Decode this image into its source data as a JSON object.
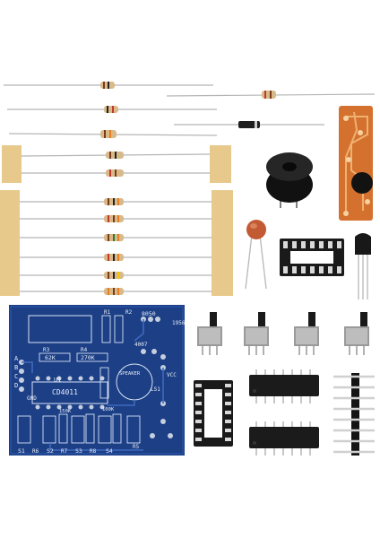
{
  "pcb": {
    "labels": {
      "u1": "U1",
      "ic": "CD4011",
      "r1": "R1",
      "r2": "R2",
      "q": "8050",
      "r3": "R3",
      "r4": "R4",
      "r5": "R5",
      "r6": "R6",
      "r7": "R7",
      "r8": "R8",
      "res62k": "62K",
      "res270k": "270K",
      "res100k": "100K",
      "res150k": "150K",
      "speaker": "SPEAKER",
      "ls1": "LS1",
      "d4007": "4007",
      "vcc": "VCC",
      "gnd": "GND",
      "s1": "S1",
      "s2": "S2",
      "s3": "S3",
      "s4": "S4",
      "code": "1956",
      "letters": [
        "A",
        "B",
        "C",
        "D"
      ]
    }
  },
  "colors": {
    "pcb_blue": "#1c3f86",
    "tape": "#e8c98c",
    "buzzer": "#1a1a1a",
    "orange_board": "#d4712e",
    "resistor_body": "#d8b98a",
    "chip": "#1b1b1b"
  }
}
